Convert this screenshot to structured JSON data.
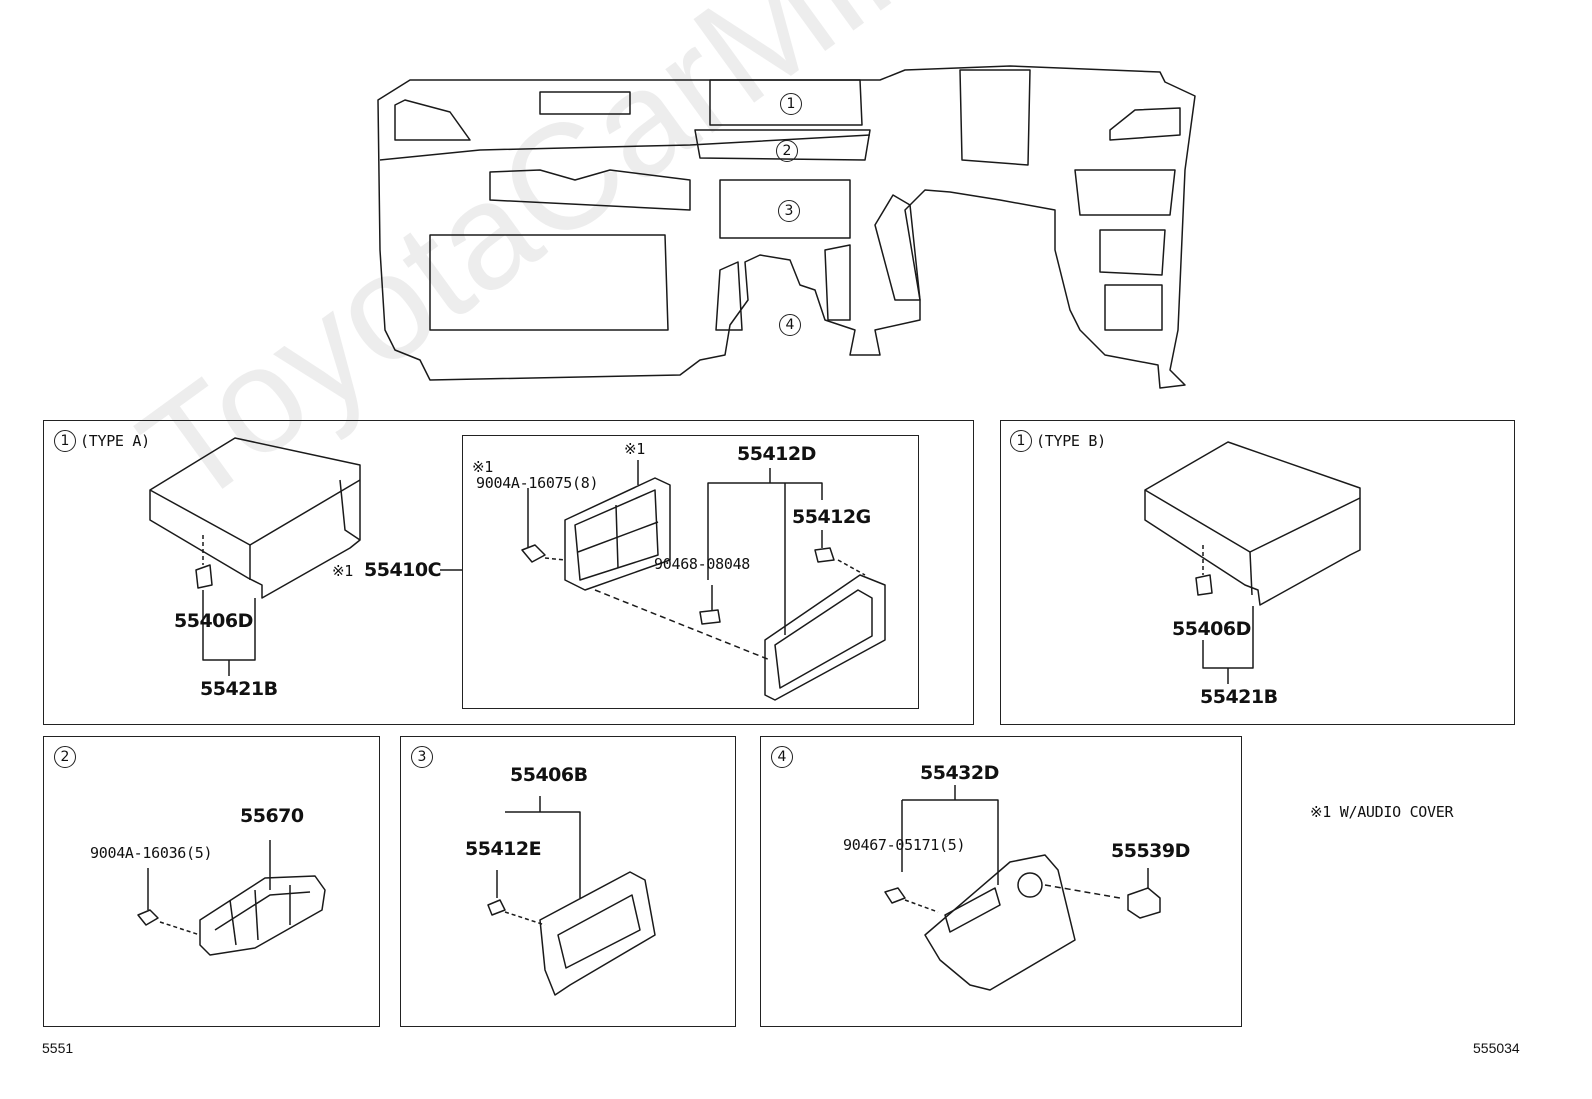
{
  "watermark": "ToyotaCarMine.ru",
  "dashboard": {
    "callouts": [
      "1",
      "2",
      "3",
      "4"
    ]
  },
  "panels": {
    "p1a": {
      "num": "1",
      "title": "(TYPE  A)",
      "parts": {
        "a": "55406D",
        "b": "55421B"
      },
      "sub": {
        "main": "55410C",
        "main_mark": "※1",
        "screw_mark": "※1",
        "screw": "9004A-16075(8)",
        "cover_mark": "※1",
        "bracket_group": "55412D",
        "bracket": "55412G",
        "clip": "90468-08048"
      }
    },
    "p1b": {
      "num": "1",
      "title": "(TYPE  B)",
      "parts": {
        "a": "55406D",
        "b": "55421B"
      }
    },
    "p2": {
      "num": "2",
      "parts": {
        "a": "55670",
        "b": "9004A-16036(5)"
      }
    },
    "p3": {
      "num": "3",
      "parts": {
        "a": "55406B",
        "b": "55412E"
      }
    },
    "p4": {
      "num": "4",
      "parts": {
        "a": "55432D",
        "b": "90467-05171(5)",
        "c": "55539D"
      }
    }
  },
  "note": {
    "mark": "※1",
    "text": "W/AUDIO  COVER"
  },
  "footer": {
    "left": "5551",
    "right": "555034"
  }
}
